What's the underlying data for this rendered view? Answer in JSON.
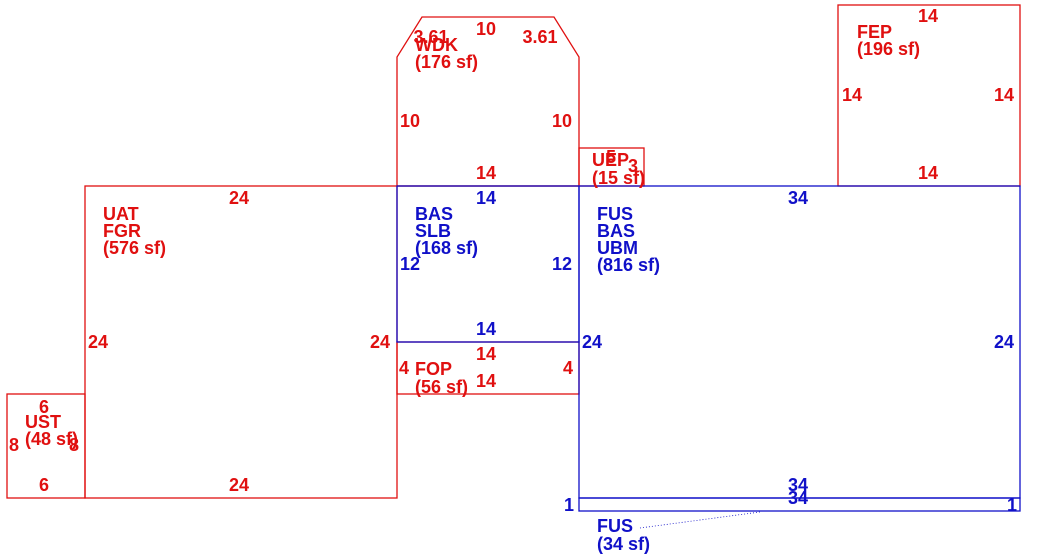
{
  "colors": {
    "red": "#e01010",
    "blue": "#1010c8"
  },
  "areas": {
    "wdk": {
      "code1": "WDK",
      "area": "(176 sf)"
    },
    "fep": {
      "code1": "FEP",
      "area": "(196 sf)"
    },
    "uep": {
      "code1": "UEP",
      "area": "(15 sf)"
    },
    "uat": {
      "code1": "UAT",
      "code2": "FGR",
      "area": "(576 sf)"
    },
    "slb": {
      "code1": "BAS",
      "code2": "SLB",
      "area": "(168 sf)"
    },
    "ubm": {
      "code1": "FUS",
      "code2": "BAS",
      "code3": "UBM",
      "area": "(816 sf)"
    },
    "fop": {
      "code1": "FOP",
      "area": "(56 sf)"
    },
    "ust": {
      "code1": "UST",
      "area": "(48 sf)"
    },
    "fus": {
      "code1": "FUS",
      "area": "(34 sf)"
    }
  },
  "dims": {
    "wdk_top": "10",
    "wdk_left_chamfer": "3.61",
    "wdk_right_chamfer": "3.61",
    "wdk_left": "10",
    "wdk_right": "10",
    "wdk_bottom": "14",
    "fep_top": "14",
    "fep_left": "14",
    "fep_right": "14",
    "fep_bottom": "14",
    "uep_a": "5",
    "uep_b": "3",
    "uat_top": "24",
    "uat_left": "24",
    "uat_right": "24",
    "uat_bottom": "24",
    "slb_top": "14",
    "slb_left": "12",
    "slb_right": "12",
    "slb_bottom": "14",
    "ubm_top": "34",
    "ubm_left": "24",
    "ubm_right": "24",
    "ubm_bottom": "34",
    "fop_top": "14",
    "fop_bottom": "14",
    "fop_left": "4",
    "fop_right": "4",
    "ust_top": "6",
    "ust_bottom": "6",
    "ust_left": "8",
    "ust_right": "8",
    "fus_top": "34",
    "fus_left": "1",
    "fus_right": "1"
  }
}
